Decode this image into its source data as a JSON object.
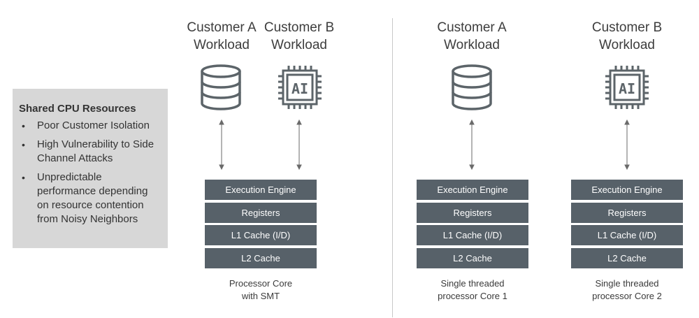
{
  "left_panel": {
    "heading": "Shared CPU Resources",
    "bullets": [
      "Poor Customer Isolation",
      "High Vulnerability to Side Channel Attacks",
      "Unpredictable performance depending on resource contention from Noisy Neighbors"
    ]
  },
  "smt_group": {
    "workload_a": {
      "line1": "Customer A",
      "line2": "Workload"
    },
    "workload_b": {
      "line1": "Customer B",
      "line2": "Workload"
    },
    "core_caption": {
      "line1": "Processor Core",
      "line2": "with SMT"
    }
  },
  "single_a": {
    "workload": {
      "line1": "Customer A",
      "line2": "Workload"
    },
    "core_caption": {
      "line1": "Single threaded",
      "line2": "processor Core 1"
    }
  },
  "single_b": {
    "workload": {
      "line1": "Customer B",
      "line2": "Workload"
    },
    "core_caption": {
      "line1": "Single threaded",
      "line2": "processor Core 2"
    }
  },
  "core_layers": [
    "Execution Engine",
    "Registers",
    "L1 Cache (I/D)",
    "L2 Cache"
  ],
  "chip_label": "AI",
  "icons": {
    "database": "database-icon",
    "chip": "ai-chip-icon"
  },
  "colors": {
    "layer_fill": "#576169",
    "icon_stroke": "#5c6469",
    "panel_fill": "#d7d7d7"
  }
}
